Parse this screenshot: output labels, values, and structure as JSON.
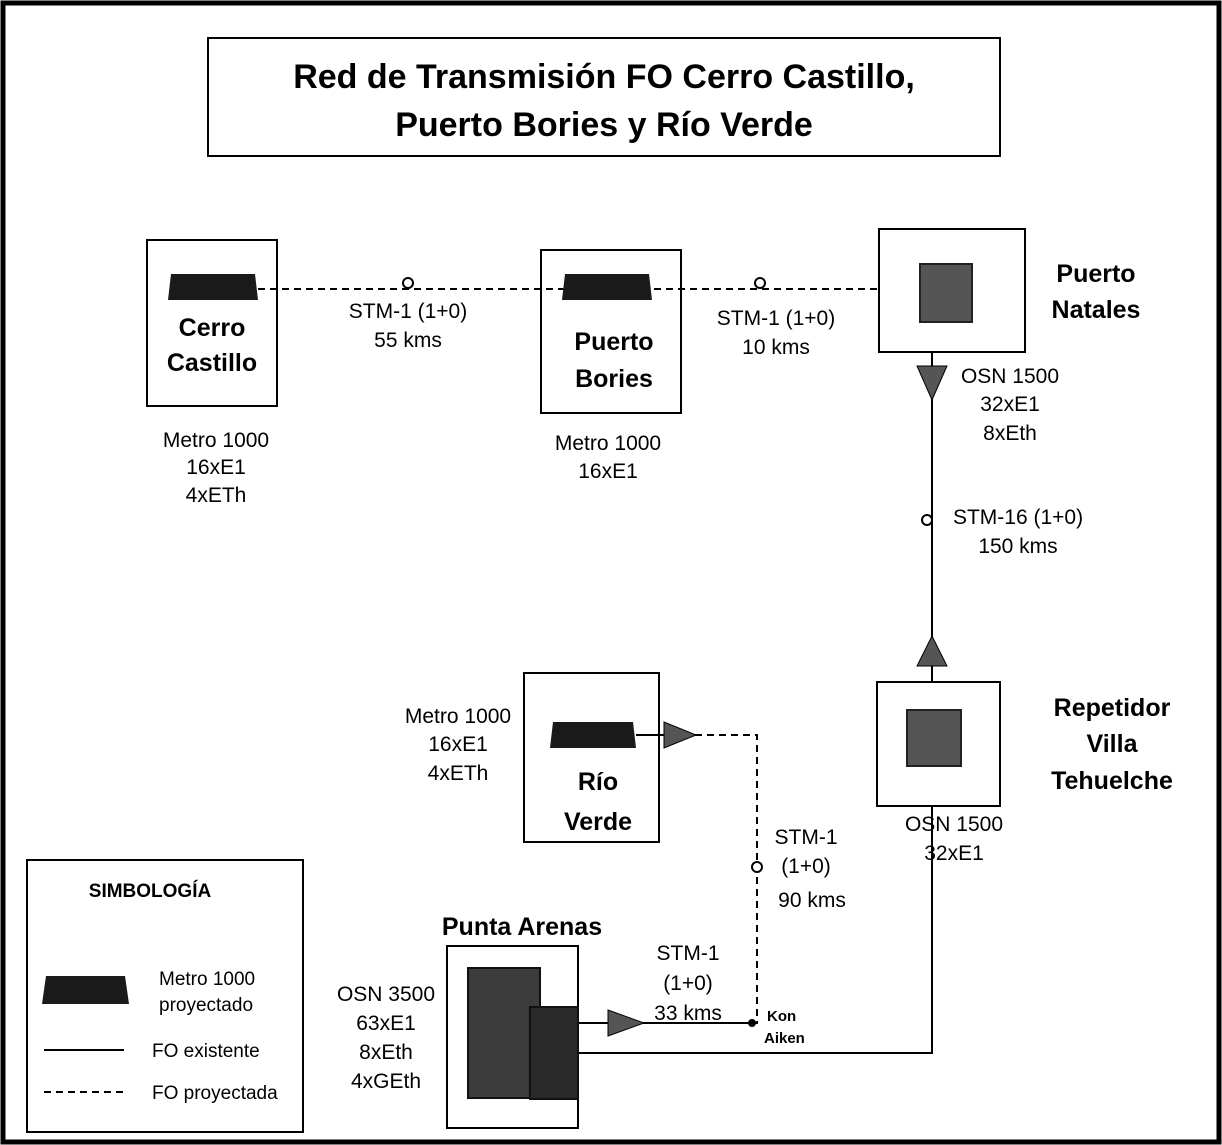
{
  "title": {
    "line1": "Red de Transmisión FO Cerro Castillo,",
    "line2": "Puerto Bories y Río Verde"
  },
  "sites": {
    "cerro_castillo": {
      "name1": "Cerro",
      "name2": "Castillo",
      "equip": [
        "Metro 1000",
        "16xE1",
        "4xETh"
      ]
    },
    "puerto_bories": {
      "name1": "Puerto",
      "name2": "Bories",
      "equip": [
        "Metro 1000",
        "16xE1"
      ]
    },
    "puerto_natales": {
      "name1": "Puerto",
      "name2": "Natales",
      "equip": [
        "OSN 1500",
        "32xE1",
        "8xEth"
      ]
    },
    "villa_tehuelche": {
      "name1": "Repetidor",
      "name2": "Villa",
      "name3": "Tehuelche",
      "equip": [
        "OSN 1500",
        "32xE1"
      ]
    },
    "rio_verde": {
      "name1": "Río",
      "name2": "Verde",
      "equip": [
        "Metro 1000",
        "16xE1",
        "4xETh"
      ]
    },
    "punta_arenas": {
      "name": "Punta Arenas",
      "equip": [
        "OSN 3500",
        "63xE1",
        "8xEth",
        "4xGEth"
      ]
    },
    "kon_aiken": {
      "name1": "Kon",
      "name2": "Aiken"
    }
  },
  "links": {
    "castillo_bories": {
      "line1": "STM-1 (1+0)",
      "line2": "55 kms"
    },
    "bories_natales": {
      "line1": "STM-1 (1+0)",
      "line2": "10 kms"
    },
    "natales_tehuelche": {
      "line1": "STM-16 (1+0)",
      "line2": "150 kms"
    },
    "rioverde_konaiken": {
      "line1": "STM-1",
      "line2": "(1+0)",
      "line3": "90 kms"
    },
    "puntaarenas_konaiken": {
      "line1": "STM-1",
      "line2": "(1+0)",
      "line3": "33 kms"
    }
  },
  "legend": {
    "title": "SIMBOLOGÍA",
    "item1_line1": "Metro 1000",
    "item1_line2": "proyectado",
    "item2": "FO existente",
    "item3": "FO proyectada"
  }
}
